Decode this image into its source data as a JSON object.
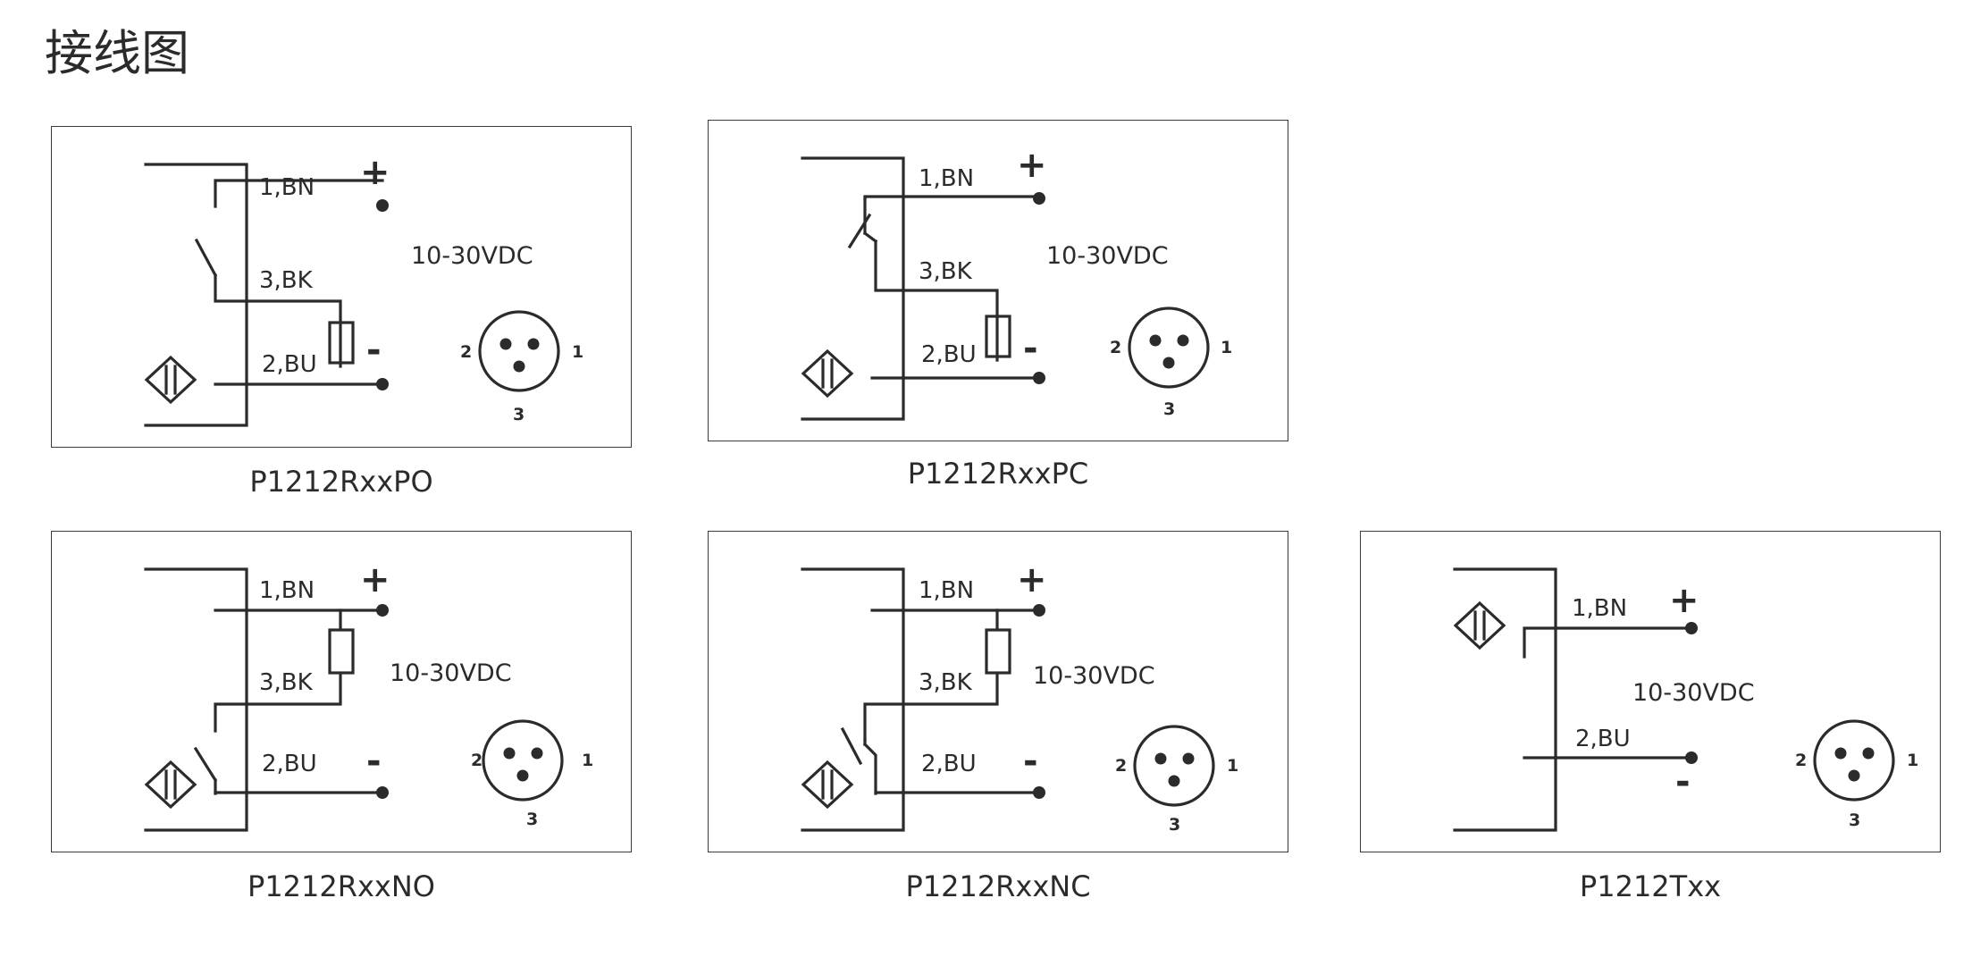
{
  "page": {
    "title": "接线图"
  },
  "colors": {
    "line": "#2b2b2b",
    "border": "#3a3a3a",
    "background": "#ffffff"
  },
  "common": {
    "plus": "+",
    "minus": "-",
    "pin1": "1",
    "pin2": "2",
    "pin3": "3",
    "voltage": "10-30VDC"
  },
  "diagrams": [
    {
      "id": "po",
      "caption": "P1212RxxPO",
      "labels": {
        "bn": "1,BN",
        "bk": "3,BK",
        "bu": "2,BU"
      }
    },
    {
      "id": "pc",
      "caption": "P1212RxxPC",
      "labels": {
        "bn": "1,BN",
        "bk": "3,BK",
        "bu": "2,BU"
      }
    },
    {
      "id": "no",
      "caption": "P1212RxxNO",
      "labels": {
        "bn": "1,BN",
        "bk": "3,BK",
        "bu": "2,BU"
      }
    },
    {
      "id": "nc",
      "caption": "P1212RxxNC",
      "labels": {
        "bn": "1,BN",
        "bk": "3,BK",
        "bu": "2,BU"
      }
    },
    {
      "id": "txx",
      "caption": "P1212Txx",
      "labels": {
        "bn": "1,BN",
        "bu": "2,BU"
      }
    }
  ]
}
